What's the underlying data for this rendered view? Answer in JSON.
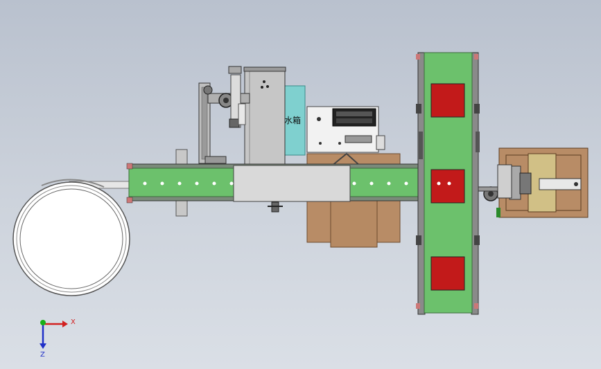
{
  "water_tank_label": "水箱",
  "axes": {
    "x_label": "X",
    "z_label": "Z"
  },
  "colors": {
    "background_top": "#b9c1ce",
    "background_bottom": "#dadfe6",
    "conveyor_green": "#6cc16c",
    "conveyor_edge": "#3b6b3b",
    "red_block": "#c21a1a",
    "wood": "#b88c66",
    "cyan_panel": "#7fd0cf",
    "cover_grey": "#d9d9d9",
    "axis_x": "#d22020",
    "axis_y": "#18b018",
    "axis_z": "#2030c8"
  }
}
